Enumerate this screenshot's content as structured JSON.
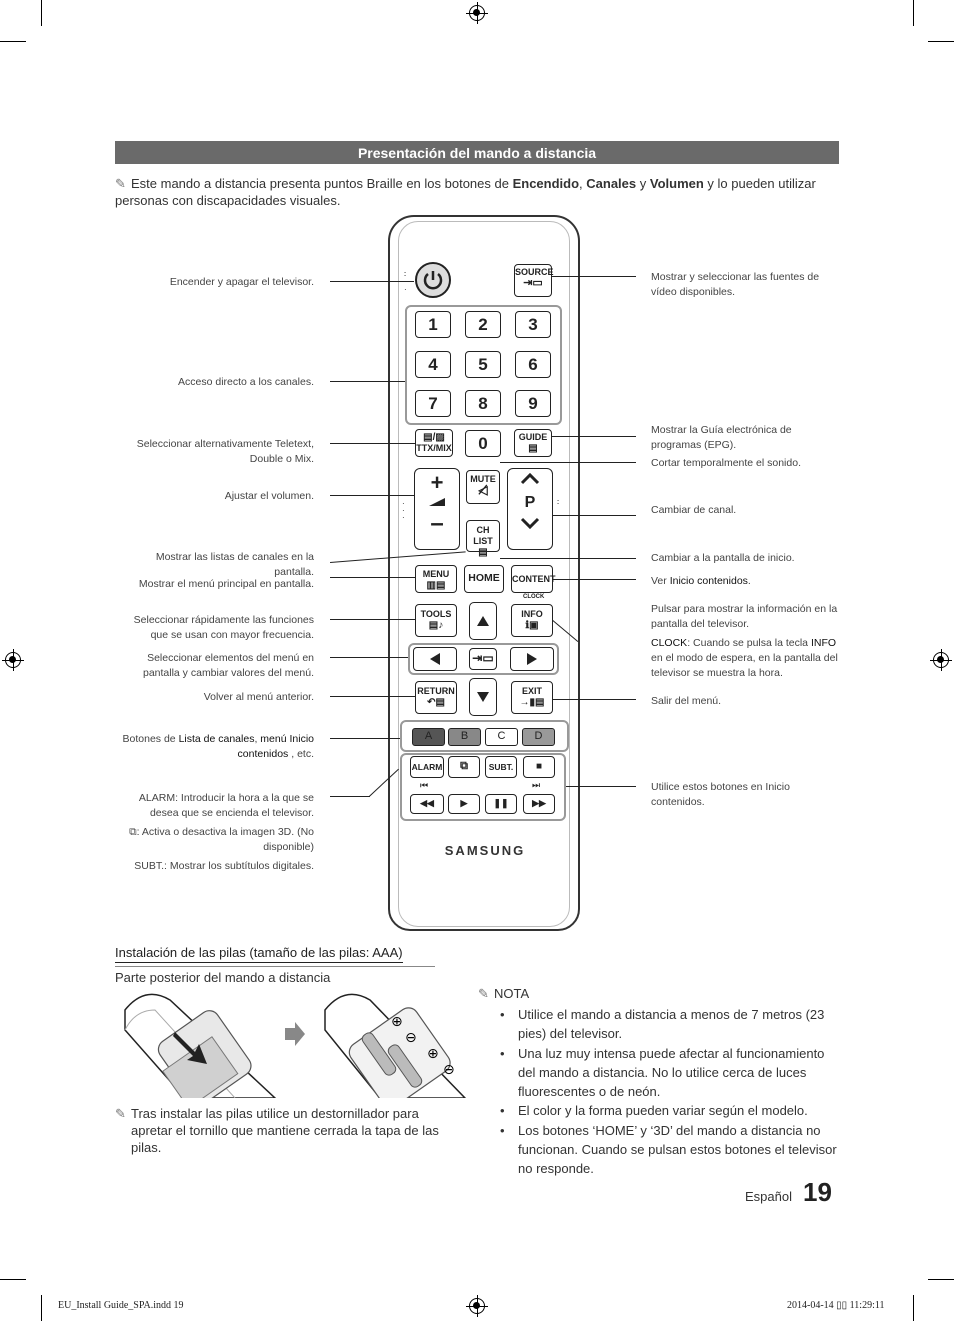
{
  "section_title": "Presentación del mando a distancia",
  "intro": {
    "pre": "Este mando a distancia presenta puntos Braille en los botones de ",
    "b1": "Encendido",
    "sep1": ", ",
    "b2": "Canales",
    "sep2": " y ",
    "b3": "Volumen",
    "post": " y lo pueden utilizar personas con discapacidades visuales."
  },
  "left_labels": {
    "power": "Encender y apagar el televisor.",
    "channels_direct": "Acceso directo a los canales.",
    "teletext": "Seleccionar alternativamente Teletext, Double o Mix.",
    "volume": "Ajustar el volumen.",
    "ch_list": "Mostrar las listas de canales en la pantalla.",
    "menu": "Mostrar el menú principal en pantalla.",
    "tools": "Seleccionar rápidamente las funciones que se usan con mayor frecuencia.",
    "arrows": "Seleccionar elementos del menú en pantalla y cambiar valores del menú.",
    "return": "Volver al menú anterior.",
    "colors_pre": "Botones de ",
    "colors_b1": "Lista de canales",
    "colors_sep": ", ",
    "colors_b2": "menú Inicio contenidos",
    "colors_post": " , etc.",
    "alarm_key": "ALARM:",
    "alarm_text": " Introducir la hora a la que se desea que se encienda el televisor.",
    "three_d_text": ": Activa o desactiva la imagen 3D. (No disponible)",
    "subt_key": "SUBT.:",
    "subt_text": " Mostrar los subtítulos digitales."
  },
  "right_labels": {
    "source": "Mostrar y seleccionar las fuentes de vídeo disponibles.",
    "guide": "Mostrar la Guía electrónica de programas (EPG).",
    "mute": "Cortar temporalmente el sonido.",
    "channel": "Cambiar de canal.",
    "home": "Cambiar a la pantalla de inicio.",
    "content_pre": "Ver ",
    "content_b": "Inicio contenidos",
    "content_post": ".",
    "info": "Pulsar para mostrar la información en la pantalla del televisor.",
    "clock_key": "CLOCK",
    "clock_text1": ": Cuando se pulsa la tecla ",
    "clock_info": "INFO",
    "clock_text2": " en el modo de espera, en la pantalla del televisor se muestra la hora.",
    "exit": "Salir del menú.",
    "media": "Utilice estos botones en Inicio contenidos."
  },
  "remote": {
    "source": "SOURCE",
    "digits": [
      "1",
      "2",
      "3",
      "4",
      "5",
      "6",
      "7",
      "8",
      "9"
    ],
    "zero": "0",
    "ttx": "TTX/MIX",
    "guide": "GUIDE",
    "mute": "MUTE",
    "p": "P",
    "chlist": "CH LIST",
    "menu": "MENU",
    "home": "HOME",
    "content": "CONTENT",
    "clock": "CLOCK",
    "tools": "TOOLS",
    "info": "INFO",
    "return": "RETURN",
    "exit": "EXIT",
    "colors": [
      "A",
      "B",
      "C",
      "D"
    ],
    "alarm": "ALARM",
    "subt": "SUBT.",
    "brand": "SAMSUNG"
  },
  "battery_title": "Instalación de las pilas (tamaño de las pilas: AAA)",
  "battery_caption": "Parte posterior del mando a distancia",
  "battery_tip": "Tras instalar las pilas utilice un destornillador para apretar el tornillo que mantiene cerrada la tapa de las pilas.",
  "note_title": "NOTA",
  "notes": [
    "Utilice el mando a distancia a menos de 7 metros (23 pies) del televisor.",
    "Una luz muy intensa puede afectar al funcionamiento del mando a distancia. No lo utilice cerca de luces fluorescentes o de neón.",
    "El color y la forma pueden variar según el modelo.",
    "Los botones ‘HOME’ y ‘3D’ del mando a distancia no funcionan. Cuando se pulsan estos botones el televisor no responde."
  ],
  "language": "Español",
  "page_number": "19",
  "footer_left": "EU_Install Guide_SPA.indd   19",
  "footer_right": "2014-04-14   ▯▯ 11:29:11",
  "colors": {
    "bar": "#6a6a6a",
    "color_a": "#555555",
    "color_b": "#888888",
    "color_d": "#999999"
  }
}
